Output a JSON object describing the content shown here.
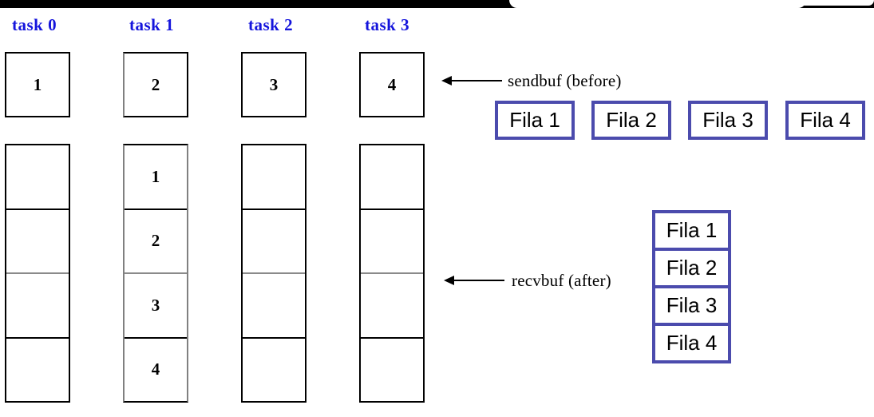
{
  "diagram": {
    "title_text": "",
    "colors": {
      "task_label": "#1414dc",
      "cell_border": "#000000",
      "fila_border": "#4b4bad",
      "background": "#ffffff"
    },
    "task_labels": [
      {
        "text": "task 0"
      },
      {
        "text": "task 1"
      },
      {
        "text": "task 2"
      },
      {
        "text": "task 3"
      }
    ],
    "sendbuf": {
      "leader_label": "sendbuf (before)",
      "cells": [
        {
          "value": "1"
        },
        {
          "value": "2"
        },
        {
          "value": "3"
        },
        {
          "value": "4"
        }
      ]
    },
    "recvbuf": {
      "leader_label": "recvbuf (after)",
      "columns": [
        {
          "task": "task 0",
          "cells": [
            "",
            "",
            "",
            ""
          ]
        },
        {
          "task": "task 1",
          "cells": [
            "1",
            "2",
            "3",
            "4"
          ]
        },
        {
          "task": "task 2",
          "cells": [
            "",
            "",
            "",
            ""
          ]
        },
        {
          "task": "task 3",
          "cells": [
            "",
            "",
            "",
            ""
          ]
        }
      ]
    },
    "fila_row": {
      "boxes": [
        {
          "label": "Fila 1"
        },
        {
          "label": "Fila 2"
        },
        {
          "label": "Fila 3"
        },
        {
          "label": "Fila 4"
        }
      ]
    },
    "fila_stack": {
      "rows": [
        {
          "label": "Fila 1"
        },
        {
          "label": "Fila 2"
        },
        {
          "label": "Fila 3"
        },
        {
          "label": "Fila 4"
        }
      ]
    }
  }
}
